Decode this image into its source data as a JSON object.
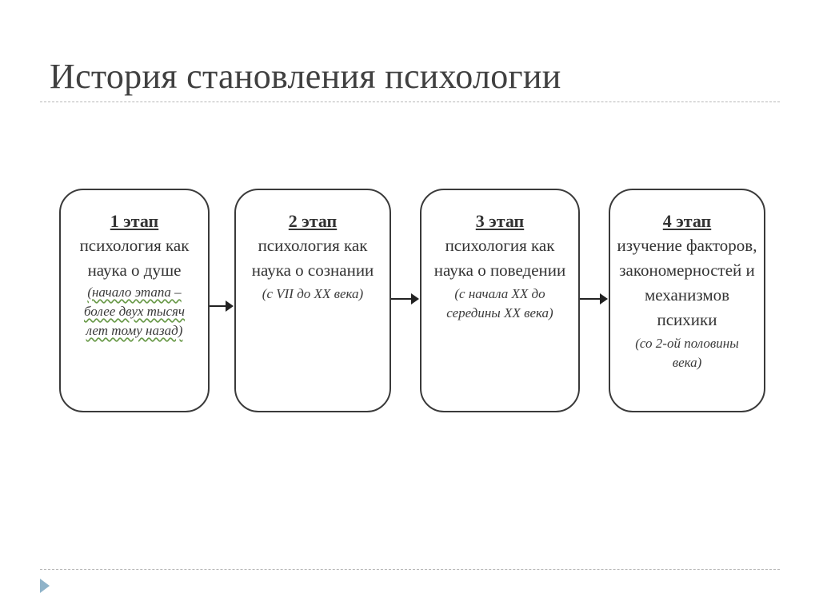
{
  "slide": {
    "title": "История становления психологии"
  },
  "stages": [
    {
      "heading": "1 этап",
      "description": "психология как наука о душе",
      "period": "(начало этапа – более двух тысяч лет тому назад)"
    },
    {
      "heading": "2 этап",
      "description": "психология как наука о сознании",
      "period": "(с VII до XX века)"
    },
    {
      "heading": "3 этап",
      "description": "психология как наука о поведении",
      "period": "(с начала XX до середины XX века)"
    },
    {
      "heading": "4 этап",
      "description": "изучение факторов, закономерностей и механизмов психики",
      "period": "(со 2-ой половины века)"
    }
  ],
  "icons": {
    "nav": "play-triangle-icon"
  },
  "colors": {
    "box_border": "#3a3a3a",
    "arrow": "#222222",
    "nav_icon": "#8fb3c9",
    "spellcheck_underline": "#6a9a4a"
  }
}
